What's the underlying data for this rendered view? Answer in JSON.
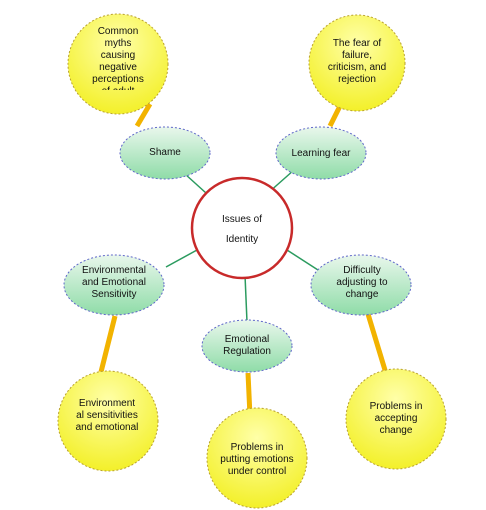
{
  "colors": {
    "yellow_fill_light": "#ffffa8",
    "yellow_fill_dark": "#f3f02a",
    "yellow_stroke": "#b9a12f",
    "green_fill_light": "#e9f7ec",
    "green_fill_dark": "#8fdca8",
    "green_stroke": "#5f67c9",
    "center_fill": "#ffffff",
    "center_stroke": "#c82a2a",
    "green_connector": "#2b9b5f",
    "orange_connector": "#f2b300"
  },
  "center": {
    "line1": "Issues of",
    "line2": "Identity"
  },
  "green_nodes": {
    "shame": "Shame",
    "learning_fear": "Learning fear",
    "environmental": "Environmental and Emotional Sensitivity",
    "difficulty": "Difficulty adjusting to change",
    "emotional_regulation": "Emotional Regulation"
  },
  "yellow_nodes": {
    "myths": "Common myths causing negative perceptions of adult",
    "fear_failure": "The fear of failure, criticism, and rejection",
    "env_sensitivities": "Environment al sensitivities and emotional",
    "accepting_change": "Problems in accepting change",
    "putting_emotions": "Problems in putting emotions under control"
  }
}
